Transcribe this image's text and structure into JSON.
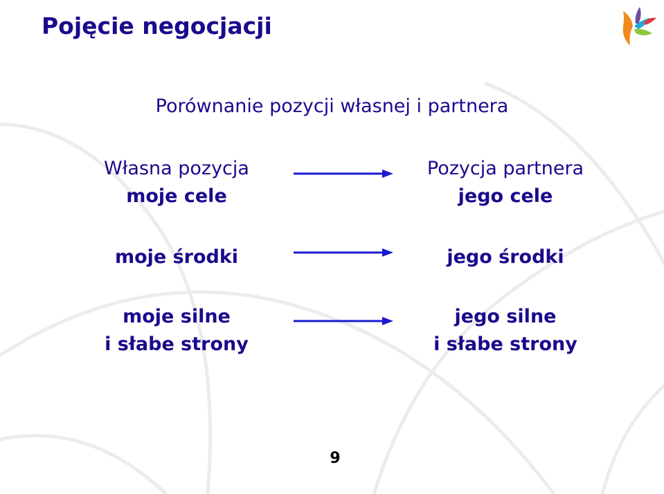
{
  "slide": {
    "title": "Pojęcie negocjacji",
    "subtitle": "Porównanie pozycji własnej i partnera",
    "page_number": "9"
  },
  "left": {
    "heading": "Własna pozycja",
    "goals": "moje cele",
    "means": "moje środki",
    "strengths_line1": "moje silne",
    "strengths_line2": "i słabe strony"
  },
  "right": {
    "heading": "Pozycja partnera",
    "goals": "jego cele",
    "means": "jego środki",
    "strengths_line1": "jego silne",
    "strengths_line2": "i słabe strony"
  },
  "colors": {
    "text": "#1a0a8c",
    "arrow": "#1a1ad0",
    "background_lines": "#ececec"
  },
  "icons": {
    "logo": "multicolor-leaf-logo",
    "arrows": "right-arrow-icon"
  }
}
